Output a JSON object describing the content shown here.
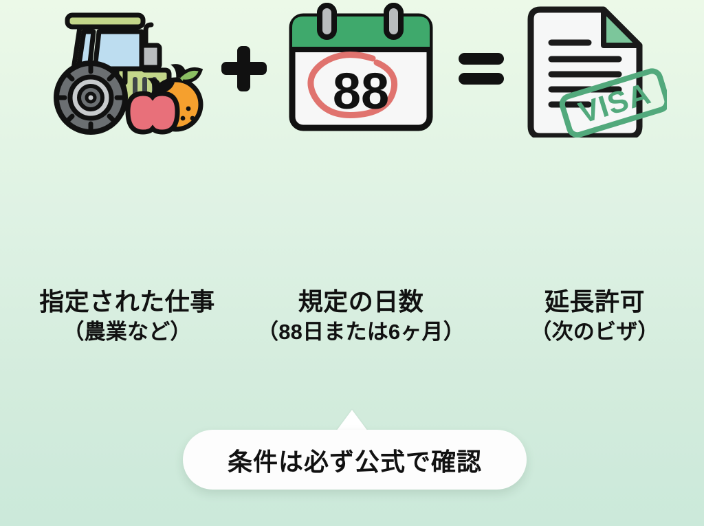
{
  "page": {
    "background_top": "#ecf9e8",
    "background_bottom": "#cbe9da",
    "text_color": "#111111"
  },
  "steps": [
    {
      "icon": "tractor-fruit-icon",
      "label_main": "指定された仕事",
      "label_sub": "（農業など）",
      "colors": {
        "body": "#c3d68a",
        "window": "#bdddf0",
        "tire": "#6b6f72",
        "apple": "#e8707a",
        "orange": "#f5a02e"
      }
    },
    {
      "icon": "calendar-88-icon",
      "label_main": "規定の日数",
      "label_sub": "（88日または6ヶ月）",
      "badge_number": "88",
      "colors": {
        "header": "#3fa96c",
        "page": "#f7f7f7",
        "circle": "#e0736e",
        "ring": "#b9bcbe"
      }
    },
    {
      "icon": "document-visa-icon",
      "label_main": "延長許可",
      "label_sub": "（次のビザ）",
      "stamp_text": "VISA",
      "colors": {
        "paper": "#f6f7f7",
        "fold": "#7cc69b",
        "stamp": "#52a97c"
      }
    }
  ],
  "operators": {
    "plus": "+",
    "equals": "="
  },
  "banner": {
    "text": "条件は必ず公式で確認",
    "background": "#fdfdfd"
  }
}
